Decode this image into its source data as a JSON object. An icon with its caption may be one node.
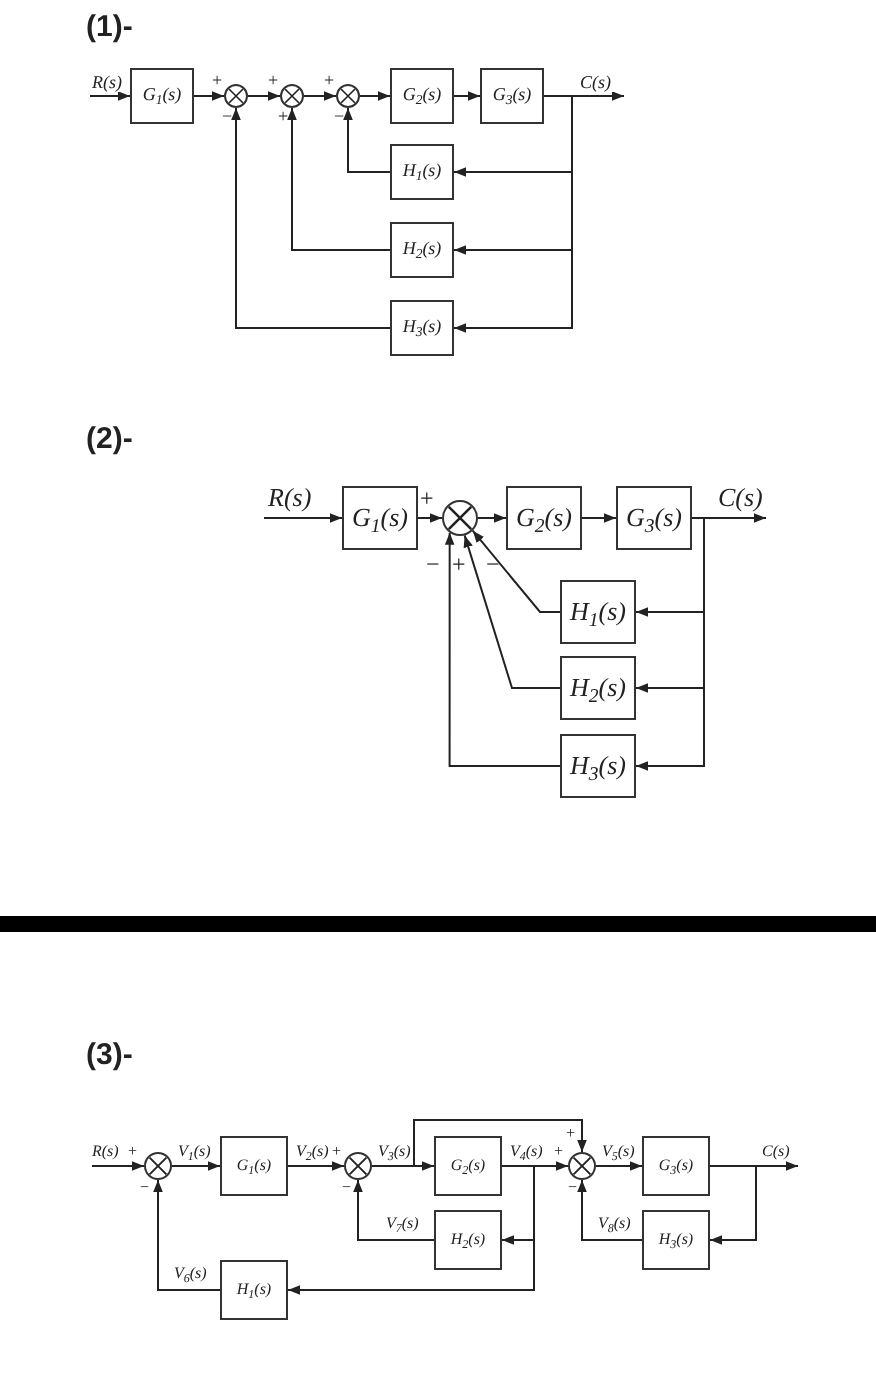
{
  "diagram": {
    "nodes": [
      {
        "text": [
          "G$_{1}$(s)"
        ]
      },
      {
        "text": [],
        "shape": "circle"
      },
      {
        "text": [],
        "shape": "circle"
      },
      {
        "text": [],
        "shape": "circle"
      },
      {
        "text": [
          "G$_{2}$(s)"
        ]
      },
      {
        "text": [
          "G$_{3}$(s)"
        ]
      },
      {
        "text": [
          "H$_{1}$(s)"
        ]
      },
      {
        "text": [
          "H$_{2}$(s)"
        ]
      },
      {
        "text": [
          "H$_{3}$(s)"
        ]
      },
      {
        "text": [
          "G$_{1}$(s)"
        ]
      },
      {
        "text": [],
        "shape": "circle"
      },
      {
        "text": [
          "G$_{2}$(s)"
        ]
      },
      {
        "text": [
          "G$_{3}$(s)"
        ]
      },
      {
        "text": [
          "H$_{1}$(s)"
        ]
      },
      {
        "text": [
          "H$_{2}$(s)"
        ]
      },
      {
        "text": [
          "H$_{3}$(s)"
        ]
      },
      {
        "text": [],
        "shape": "circle"
      },
      {
        "text": [
          "G$_{1}$(s)"
        ]
      },
      {
        "text": [],
        "shape": "circle"
      },
      {
        "text": [
          "G$_{2}$(s)"
        ]
      },
      {
        "text": [],
        "shape": "circle"
      },
      {
        "text": [
          "G$_{3}$(s)"
        ]
      },
      {
        "text": [
          "H$_{2}$(s)"
        ]
      },
      {
        "text": [
          "H$_{3}$(s)"
        ]
      },
      {
        "text": [
          "H$_{1}$(s)"
        ]
      }
    ],
    "edges": [
      {
        "from": null,
        "to": 0,
        "arrow": "to",
        "label": "R(s)"
      },
      {
        "from": 0,
        "to": 1,
        "arrow": "to"
      },
      {
        "from": 1,
        "to": 2,
        "arrow": "to"
      },
      {
        "from": 2,
        "to": 3,
        "arrow": "to"
      },
      {
        "from": 3,
        "to": 4,
        "arrow": "to"
      },
      {
        "from": 4,
        "to": 5,
        "arrow": "to"
      },
      {
        "from": 5,
        "to": null,
        "arrow": "to",
        "label": "C(s)"
      },
      {
        "from": 5,
        "to": 6,
        "arrow": "to"
      },
      {
        "from": 5,
        "to": 7,
        "arrow": "to"
      },
      {
        "from": 5,
        "to": 8,
        "arrow": "to"
      },
      {
        "from": 6,
        "to": 3,
        "arrow": "to"
      },
      {
        "from": 7,
        "to": 2,
        "arrow": "to"
      },
      {
        "from": 8,
        "to": 1,
        "arrow": "to"
      },
      {
        "from": null,
        "to": 9,
        "arrow": "to",
        "label": "R(s)"
      },
      {
        "from": 9,
        "to": 10,
        "arrow": "to"
      },
      {
        "from": 10,
        "to": 11,
        "arrow": "to"
      },
      {
        "from": 11,
        "to": 12,
        "arrow": "to"
      },
      {
        "from": 12,
        "to": null,
        "arrow": "to",
        "label": "C(s)"
      },
      {
        "from": 12,
        "to": 13,
        "arrow": "to"
      },
      {
        "from": 12,
        "to": 14,
        "arrow": "to"
      },
      {
        "from": 12,
        "to": 15,
        "arrow": "to"
      },
      {
        "from": 13,
        "to": 10,
        "arrow": "to"
      },
      {
        "from": 14,
        "to": 10,
        "arrow": "to"
      },
      {
        "from": 15,
        "to": 10,
        "arrow": "to"
      },
      {
        "from": null,
        "to": 16,
        "arrow": "to",
        "label": "R(s)"
      },
      {
        "from": 16,
        "to": 17,
        "arrow": "to",
        "label": "V$_{1}$(s)"
      },
      {
        "from": 17,
        "to": 18,
        "arrow": "to",
        "label": "V$_{2}$(s)"
      },
      {
        "from": 18,
        "to": 19,
        "arrow": "to",
        "label": "V$_{3}$(s)"
      },
      {
        "from": 18,
        "to": 20,
        "arrow": "to"
      },
      {
        "from": 19,
        "to": 20,
        "arrow": "to",
        "label": "V$_{4}$(s)"
      },
      {
        "from": 19,
        "to": 22,
        "arrow": "to"
      },
      {
        "from": 19,
        "to": 24,
        "arrow": "to"
      },
      {
        "from": 22,
        "to": 18,
        "arrow": "to",
        "label": "V$_{7}$(s)"
      },
      {
        "from": 24,
        "to": 16,
        "arrow": "to",
        "label": "V$_{6}$(s)"
      },
      {
        "from": 20,
        "to": 21,
        "arrow": "to",
        "label": "V$_{5}$(s)"
      },
      {
        "from": 21,
        "to": null,
        "arrow": "to",
        "label": "C(s)"
      },
      {
        "from": 21,
        "to": 23,
        "arrow": "to"
      },
      {
        "from": 23,
        "to": 20,
        "arrow": "to",
        "label": "V$_{8}$(s)"
      }
    ],
    "labels": [
      "(1)-",
      "+",
      "−",
      "+",
      "+",
      "+",
      "−",
      "(2)-",
      "+",
      "−",
      "+",
      "−",
      "(3)-",
      "+",
      "−",
      "+",
      "−",
      "+",
      "+",
      "−"
    ]
  }
}
